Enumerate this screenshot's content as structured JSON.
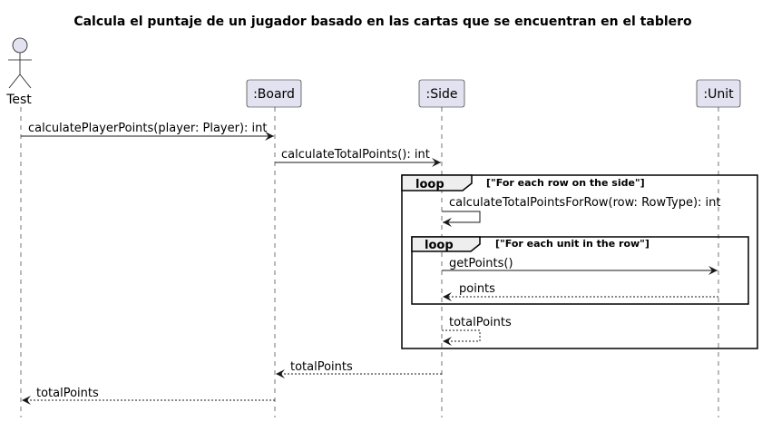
{
  "title": "Calcula el puntaje de un jugador basado en las cartas que se encuentran en el tablero",
  "participants": {
    "test": "Test",
    "board": ":Board",
    "side": ":Side",
    "unit": ":Unit"
  },
  "messages": {
    "m1": "calculatePlayerPoints(player: Player): int",
    "m2": "calculateTotalPoints(): int",
    "m3": "calculateTotalPointsForRow(row: RowType): int",
    "m4": "getPoints()",
    "m5": "points",
    "m6": "totalPoints",
    "m7": "totalPoints",
    "m8": "totalPoints"
  },
  "loops": {
    "outer": {
      "keyword": "loop",
      "guard": "[\"For each row on the side\"]"
    },
    "inner": {
      "keyword": "loop",
      "guard": "[\"For each unit in the row\"]"
    }
  },
  "colors": {
    "participant_fill": "#E2E2F0",
    "line": "#181818",
    "frame_tab": "#EEEEEE"
  }
}
